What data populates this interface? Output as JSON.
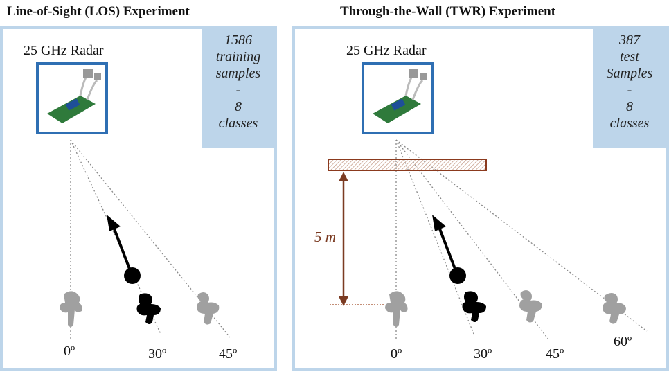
{
  "titles": {
    "los": "Line-of-Sight (LOS) Experiment",
    "twr": "Through-the-Wall (TWR) Experiment"
  },
  "los": {
    "radar_label": "25 GHz Radar",
    "info": [
      "1586",
      "training",
      "samples",
      "-",
      "8",
      "classes"
    ],
    "angles": [
      "0º",
      "30º",
      "45º"
    ]
  },
  "twr": {
    "radar_label": "25 GHz Radar",
    "info": [
      "387",
      "test",
      "Samples",
      "-",
      "8",
      "classes"
    ],
    "angles": [
      "0º",
      "30º",
      "45º",
      "60º"
    ],
    "distance_label": "5 m"
  },
  "colors": {
    "panel_border": "#bdd5ea",
    "info_fill": "#bdd5ea",
    "radar_frame": "#2f6fb3",
    "wall": "#8b3a1e",
    "distance": "#7b3b22",
    "target_active": "#000000",
    "target_other": "#a0a0a0"
  }
}
